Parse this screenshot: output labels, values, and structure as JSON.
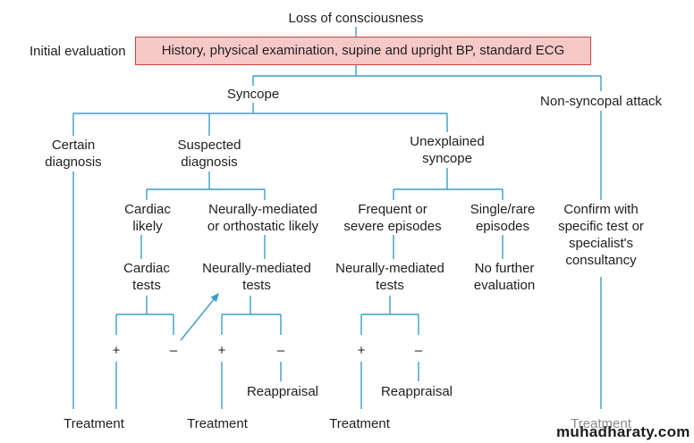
{
  "root": "Loss of consciousness",
  "initial_label": "Initial evaluation",
  "initial_box": "History, physical examination, supine and upright BP, standard ECG",
  "syncope": "Syncope",
  "non_syncopal": "Non-syncopal attack",
  "certain": "Certain\ndiagnosis",
  "suspected": "Suspected\ndiagnosis",
  "unexplained": "Unexplained\nsyncope",
  "cardiac_likely": "Cardiac\nlikely",
  "neural_likely": "Neurally-mediated\nor orthostatic likely",
  "frequent": "Frequent or\nsevere episodes",
  "single": "Single/rare\nepisodes",
  "confirm": "Confirm with\nspecific test or\nspecialist's\nconsultancy",
  "cardiac_tests": "Cardiac\ntests",
  "neural_tests_1": "Neurally-mediated\ntests",
  "neural_tests_2": "Neurally-mediated\ntests",
  "no_further": "No further\nevaluation",
  "plus": "+",
  "minus": "–",
  "reappraisal": "Reappraisal",
  "treatment": "Treatment",
  "watermark": "muhadharaty.com",
  "line_color": "#3a9ec6"
}
